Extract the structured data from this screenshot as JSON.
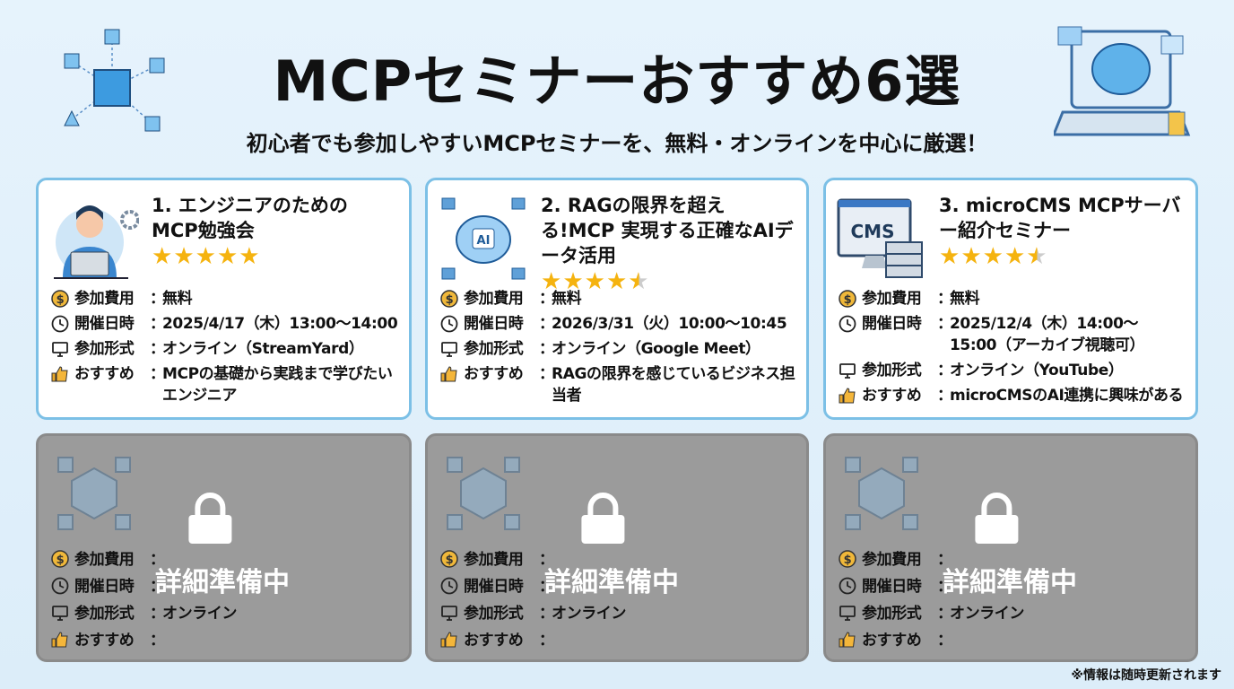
{
  "header": {
    "title": "MCPセミナーおすすめ6選",
    "subtitle": "初心者でも参加しやすいMCPセミナーを、無料・オンラインを中心に厳選！"
  },
  "labels": {
    "fee": "参加費用",
    "date": "開催日時",
    "format": "参加形式",
    "recommend": "おすすめ",
    "sep": "："
  },
  "cards": [
    {
      "title": "1. エンジニアのための MCP勉強会",
      "rating": 5,
      "icon": "engineer-laptop-icon",
      "fee": "無料",
      "date": "2025/4/17（木）13:00〜14:00",
      "format": "オンライン（StreamYard）",
      "recommend": "MCPの基礎から実践まで学びたいエンジニア"
    },
    {
      "title": "2. RAGの限界を超える!MCP 実現する正確なAIデータ活用",
      "rating": 4.5,
      "icon": "ai-brain-icon",
      "icon_text": "AI",
      "fee": "無料",
      "date": "2026/3/31（火）10:00〜10:45",
      "format": "オンライン（Google Meet）",
      "recommend": "RAGの限界を感じているビジネス担当者"
    },
    {
      "title": "3. microCMS MCPサーバー紹介セミナー",
      "rating": 4.5,
      "icon": "cms-server-icon",
      "icon_text": "CMS",
      "fee": "無料",
      "date": "2025/12/4（木）14:00〜15:00（アーカイブ視聴可）",
      "format": "オンライン（YouTube）",
      "recommend": "microCMSのAI連携に興味がある"
    }
  ],
  "locked_cards": [
    {
      "status": "詳細準備中",
      "format": "オンライン",
      "icon": "security-network-icon"
    },
    {
      "status": "詳細準備中",
      "format": "オンライン",
      "icon": "data-cube-icon"
    },
    {
      "status": "詳細準備中",
      "format": "オンライン",
      "icon": "data-cube-icon"
    }
  ],
  "footer": {
    "note": "※情報は随時更新されます"
  },
  "colors": {
    "accent": "#7cc0e6",
    "star": "#f5b30f",
    "locked": "#9b9b9b"
  }
}
